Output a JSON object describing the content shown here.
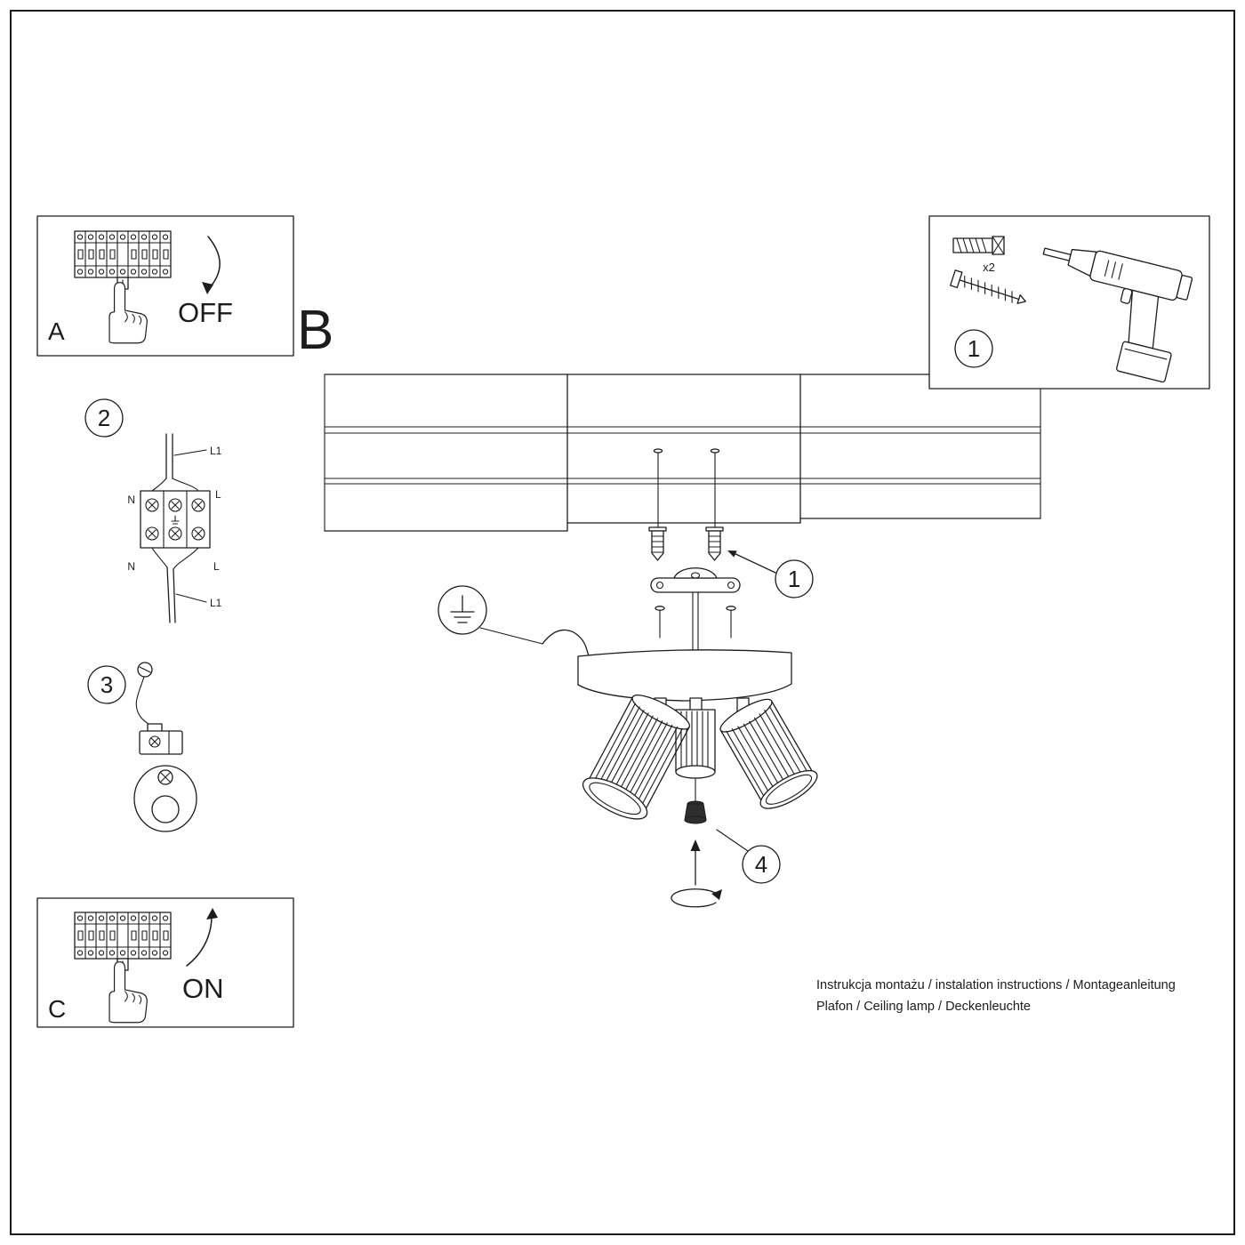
{
  "panel_a": {
    "label": "A",
    "switch_state": "OFF"
  },
  "section_b": {
    "label": "B"
  },
  "panel_c": {
    "label": "C",
    "switch_state": "ON"
  },
  "hardware_box": {
    "step_number": "1",
    "anchor_quantity": "x2"
  },
  "callouts": {
    "step1": "1",
    "step2": "2",
    "step3": "3",
    "step4": "4"
  },
  "wiring_labels": {
    "l1_top": "L1",
    "n_top": "N",
    "l_top": "L",
    "n_bottom": "N",
    "l_bottom": "L",
    "l1_bottom": "L1"
  },
  "footer": {
    "line1": "Instrukcja montażu / instalation instructions / Montageanleitung",
    "line2": "Plafon / Ceiling lamp / Deckenleuchte"
  }
}
